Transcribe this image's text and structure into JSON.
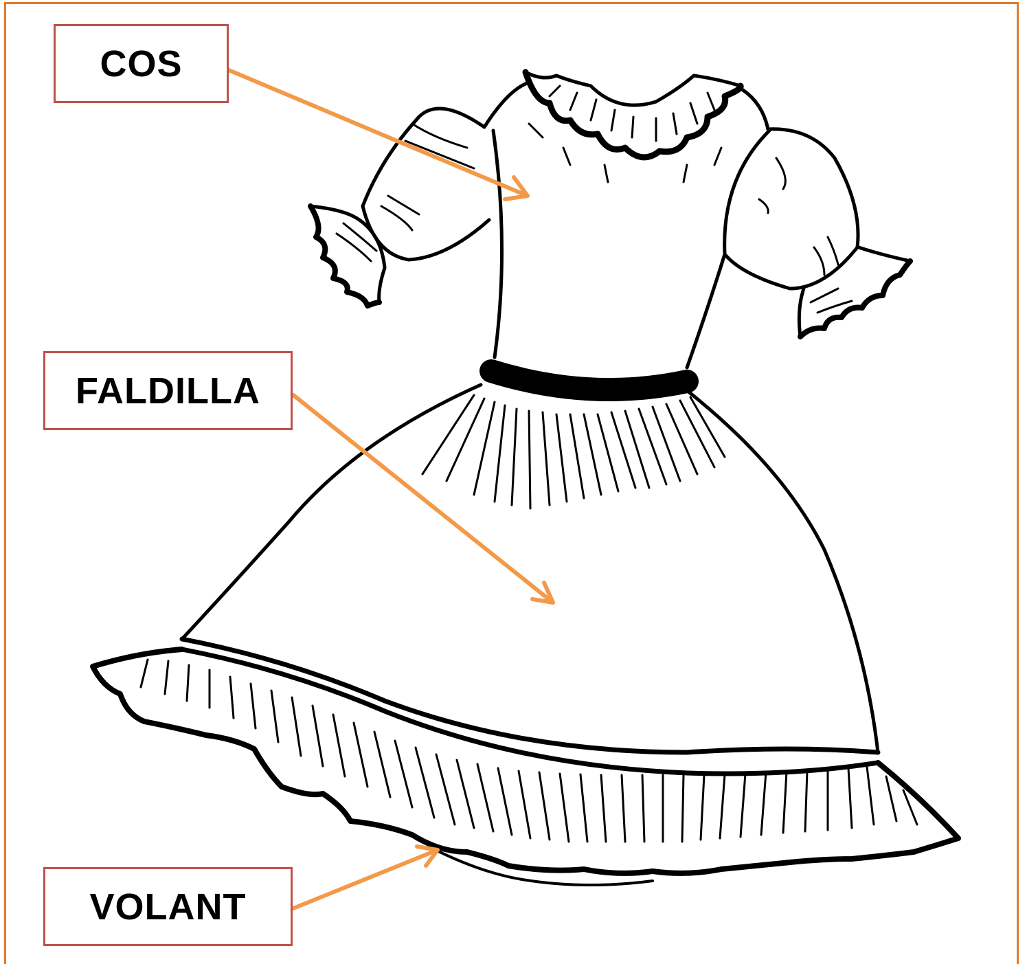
{
  "labels": {
    "cos": "COS",
    "faldilla": "FALDILLA",
    "volant": "VOLANT"
  },
  "colors": {
    "frame": "#e07b2c",
    "label_border": "#c0504d",
    "arrow": "#f39a4a",
    "ink": "#000000"
  },
  "icons": {
    "illustration": "dress-icon"
  }
}
